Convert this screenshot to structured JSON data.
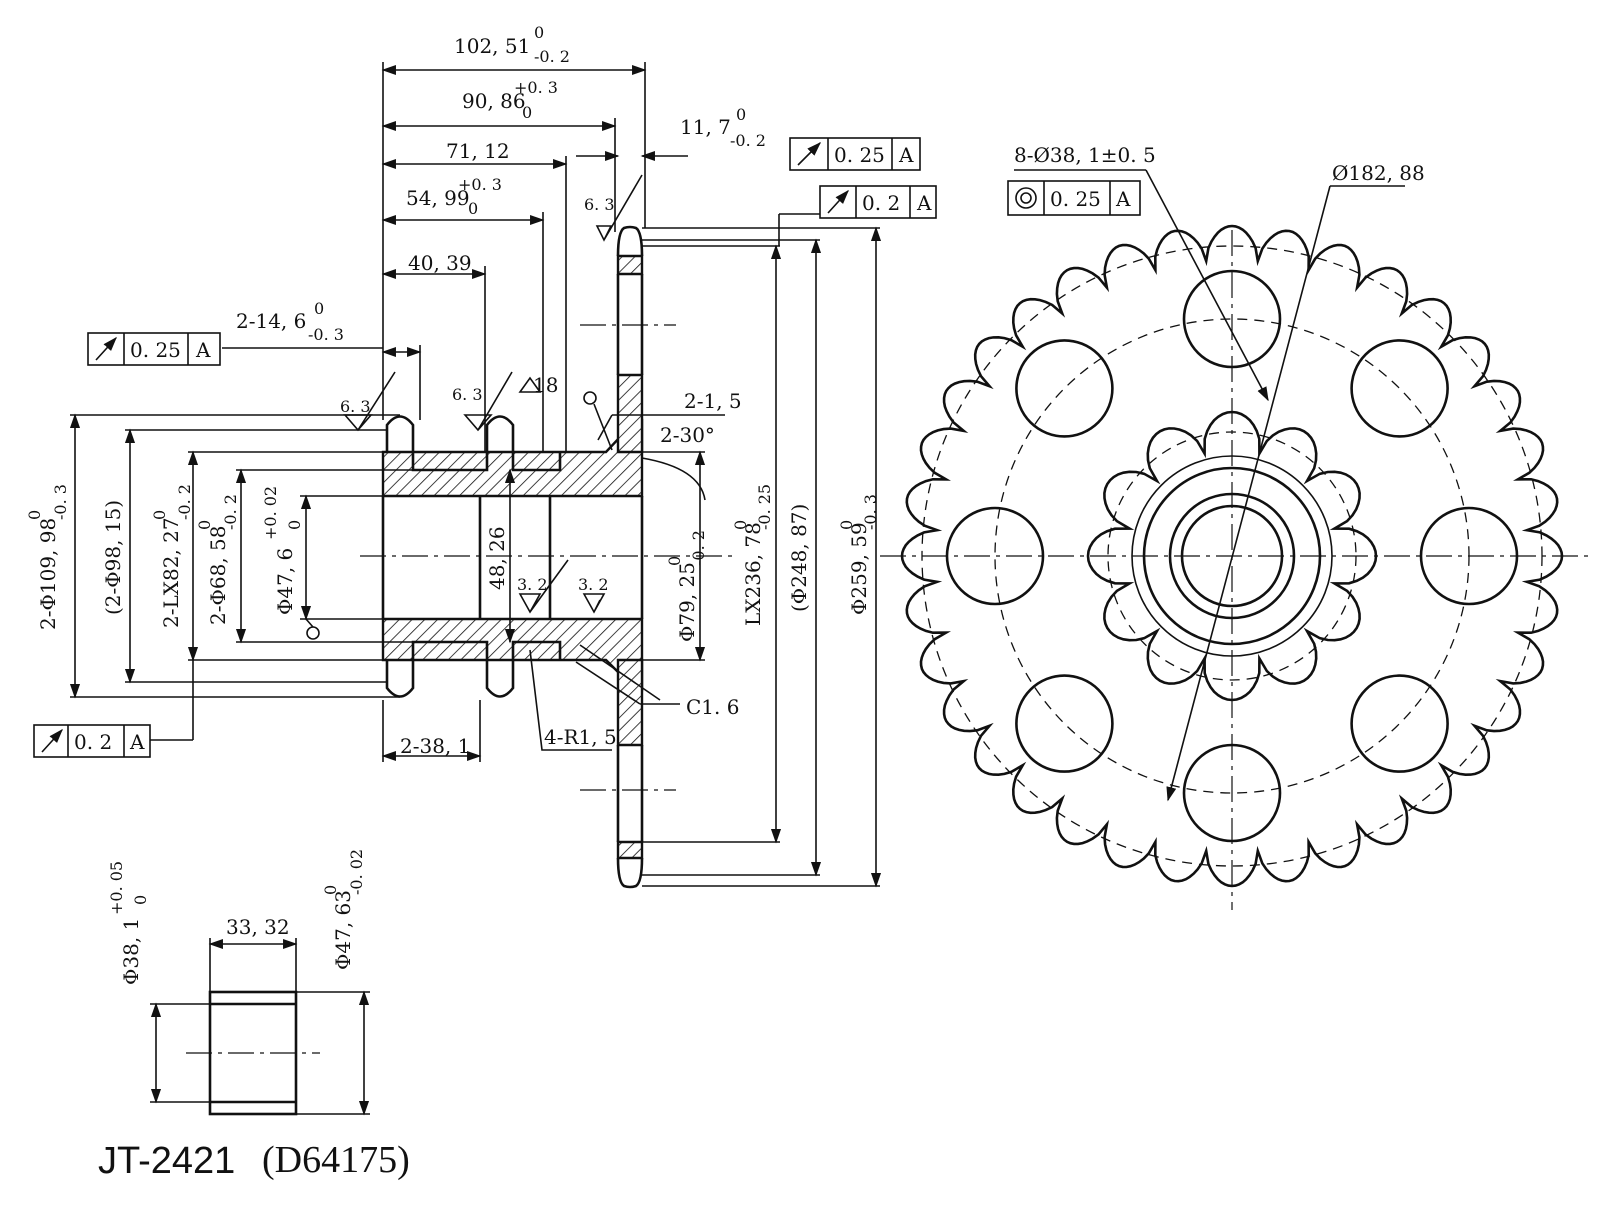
{
  "title": {
    "part_number": "JT-2421",
    "reference": "(D64175)"
  },
  "dims": {
    "d102": "102, 51",
    "d102_tol_up": "0",
    "d102_tol_lo": "-0. 2",
    "d90": "90, 86",
    "d90_tol_up": "+0. 3",
    "d90_tol_lo": "0",
    "d71": "71, 12",
    "d55": "54, 99",
    "d55_tol_up": "+0. 3",
    "d55_tol_lo": "0",
    "d40": "40, 39",
    "d117": "11, 7",
    "d117_tol_up": "0",
    "d117_tol_lo": "-0. 2",
    "d146": "2-14, 6",
    "d146_tol_up": "0",
    "d146_tol_lo": "-0. 3",
    "d18": "18",
    "d215": "2-1, 5",
    "d230": "2-30°",
    "c16": "C1. 6",
    "r15": "4-R1, 5",
    "d381": "2-38, 1",
    "d4826": "48, 26",
    "dia109": "2-Φ109, 98",
    "dia109_tol_up": "0",
    "dia109_tol_lo": "-0. 3",
    "dia98": "(2-Φ98, 15)",
    "lx82": "2-LX82, 27",
    "lx82_tol_up": "0",
    "lx82_tol_lo": "-0. 2",
    "dia68": "2-Φ68, 58",
    "dia68_tol_up": "0",
    "dia68_tol_lo": "-0. 2",
    "dia476": "Φ47, 6",
    "dia476_tol_up": "+0. 02",
    "dia476_tol_lo": "0",
    "dia79": "Φ79, 25",
    "dia79_tol_up": "0",
    "dia79_tol_lo": "-0. 2",
    "lx236": "LX236, 78",
    "lx236_tol_up": "0",
    "lx236_tol_lo": "-0. 25",
    "dia248": "(Φ248, 87)",
    "dia259": "Φ259, 59",
    "dia259_tol_up": "0",
    "dia259_tol_lo": "-0. 3",
    "holes": "8-Ø38, 1±0. 5",
    "pcd": "Ø182, 88",
    "bush_len": "33, 32",
    "bush_id": "Φ38, 1",
    "bush_id_tol_up": "+0. 05",
    "bush_id_tol_lo": "0",
    "bush_od": "Φ47, 63",
    "bush_od_tol_up": "0",
    "bush_od_tol_lo": "-0. 02"
  },
  "roughness": {
    "r63": "6. 3",
    "r32": "3. 2"
  },
  "tolerance_frames": {
    "runout_025": "0. 25",
    "runout_02": "0. 2",
    "concentric_025": "0. 25",
    "datum": "A"
  }
}
